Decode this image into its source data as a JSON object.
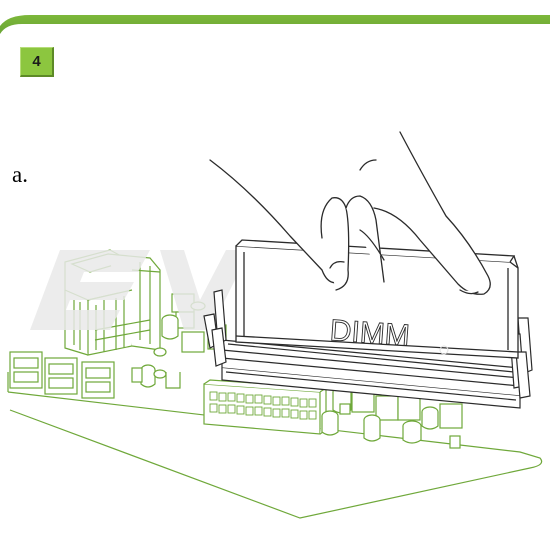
{
  "step": {
    "number": "4",
    "substep_label": "a."
  },
  "illustration": {
    "module_label": "DIMM",
    "line_color_board": "#6fa83a",
    "line_color_module": "#2b2b2b",
    "accent_color": "#8cc63f"
  }
}
